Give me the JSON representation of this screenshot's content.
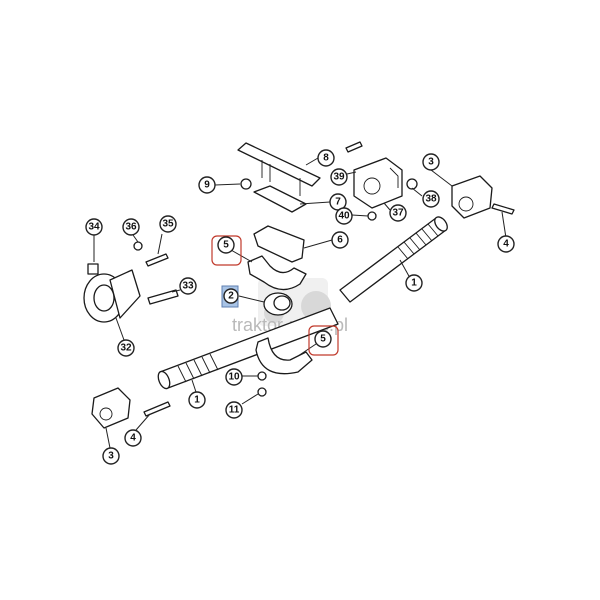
{
  "watermark": {
    "text": "traktor-parts.pl"
  },
  "callouts": [
    {
      "label": "8"
    },
    {
      "label": "9"
    },
    {
      "label": "39"
    },
    {
      "label": "3"
    },
    {
      "label": "7"
    },
    {
      "label": "38"
    },
    {
      "label": "40"
    },
    {
      "label": "37"
    },
    {
      "label": "34"
    },
    {
      "label": "36"
    },
    {
      "label": "35"
    },
    {
      "label": "5"
    },
    {
      "label": "6"
    },
    {
      "label": "4"
    },
    {
      "label": "1"
    },
    {
      "label": "2"
    },
    {
      "label": "33"
    },
    {
      "label": "32"
    },
    {
      "label": "5"
    },
    {
      "label": "10"
    },
    {
      "label": "11"
    },
    {
      "label": "1"
    },
    {
      "label": "3"
    },
    {
      "label": "4"
    }
  ],
  "highlights": {
    "red": [
      "5",
      "5"
    ],
    "blue": [
      "2"
    ]
  }
}
